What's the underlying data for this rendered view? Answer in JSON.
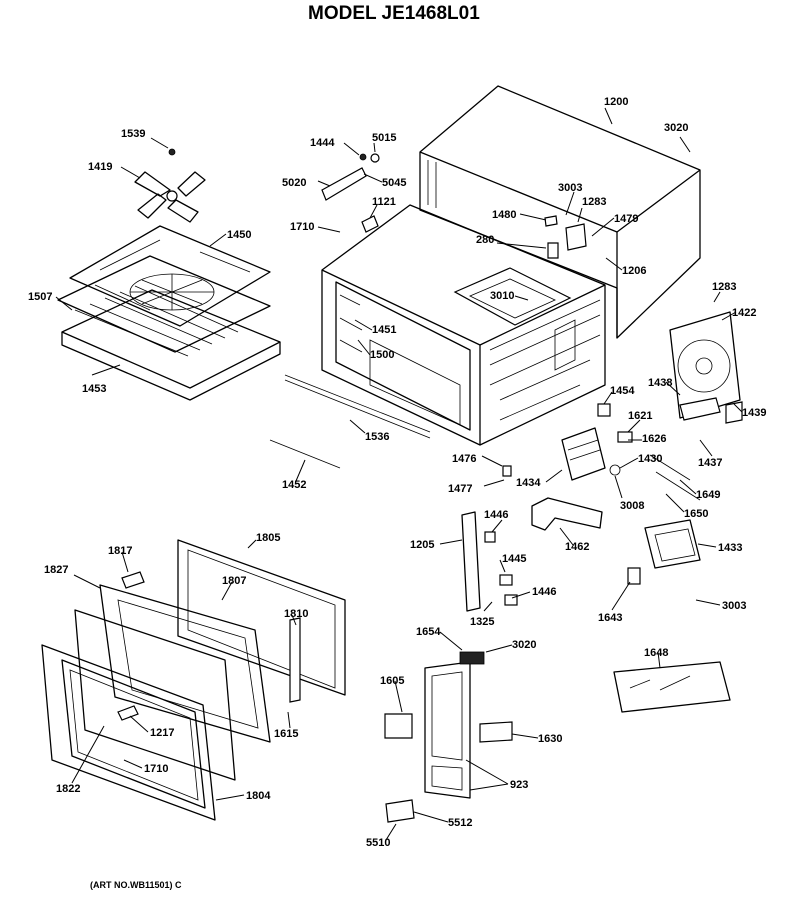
{
  "title": "MODEL JE1468L01",
  "art_number": "(ART NO.WB11501) C",
  "labels": {
    "p1200": "1200",
    "p3020a": "3020",
    "p1539": "1539",
    "p1444": "1444",
    "p5015": "5015",
    "p1419": "1419",
    "p5020": "5020",
    "p5045": "5045",
    "p3003a": "3003",
    "p1283a": "1283",
    "p1121": "1121",
    "p1480": "1480",
    "p1479": "1479",
    "p1710a": "1710",
    "p280": "280",
    "p1450": "1450",
    "p1206": "1206",
    "p1283b": "1283",
    "p3010": "3010",
    "p1507": "1507",
    "p1422": "1422",
    "p1451": "1451",
    "p1500": "1500",
    "p1453": "1453",
    "p1438": "1438",
    "p1454": "1454",
    "p1439": "1439",
    "p1621": "1621",
    "p1536": "1536",
    "p1626": "1626",
    "p1437": "1437",
    "p1476": "1476",
    "p1430": "1430",
    "p1452": "1452",
    "p1477": "1477",
    "p1434": "1434",
    "p1649": "1649",
    "p3008": "3008",
    "p1650": "1650",
    "p1446a": "1446",
    "p1805": "1805",
    "p1205": "1205",
    "p1462": "1462",
    "p1433": "1433",
    "p1817": "1817",
    "p1445": "1445",
    "p1827": "1827",
    "p1807": "1807",
    "p1446b": "1446",
    "p3003b": "3003",
    "p1643": "1643",
    "p1810": "1810",
    "p1325": "1325",
    "p1654": "1654",
    "p3020b": "3020",
    "p1648": "1648",
    "p1605": "1605",
    "p1217": "1217",
    "p1615": "1615",
    "p1630": "1630",
    "p1710b": "1710",
    "p923": "923",
    "p1822": "1822",
    "p1804": "1804",
    "p5512": "5512",
    "p5510": "5510"
  }
}
